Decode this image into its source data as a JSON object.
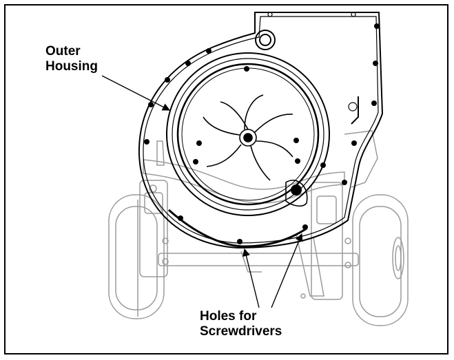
{
  "labels": {
    "outer_housing": [
      "Outer",
      "Housing"
    ],
    "holes": [
      "Holes for",
      "Screwdrivers"
    ]
  },
  "colors": {
    "line": "#000000",
    "light_line": "#9a9a9a",
    "background": "#ffffff"
  }
}
